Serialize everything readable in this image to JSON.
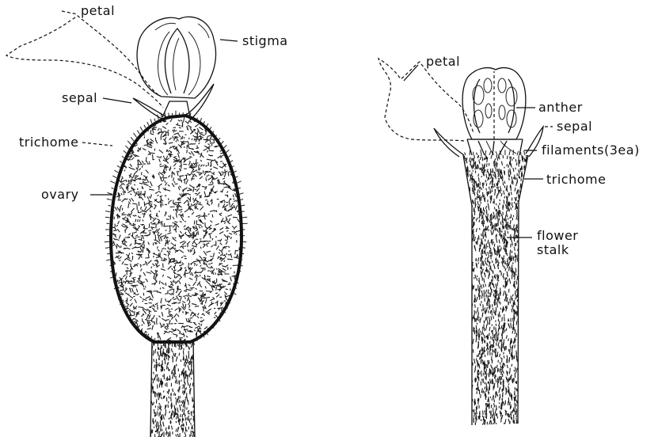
{
  "colors": {
    "ink": "#111111",
    "paper": "#ffffff",
    "stipple": "#1a1a1a"
  },
  "female_flower": {
    "labels": {
      "petal": "petal",
      "stigma": "stigma",
      "sepal": "sepal",
      "trichome": "trichome",
      "ovary": "ovary"
    }
  },
  "male_flower": {
    "labels": {
      "petal": "petal",
      "anther": "anther",
      "sepal": "sepal",
      "filaments": "filaments(3ea)",
      "trichome": "trichome",
      "flower_stalk_line1": "flower",
      "flower_stalk_line2": "stalk"
    }
  }
}
